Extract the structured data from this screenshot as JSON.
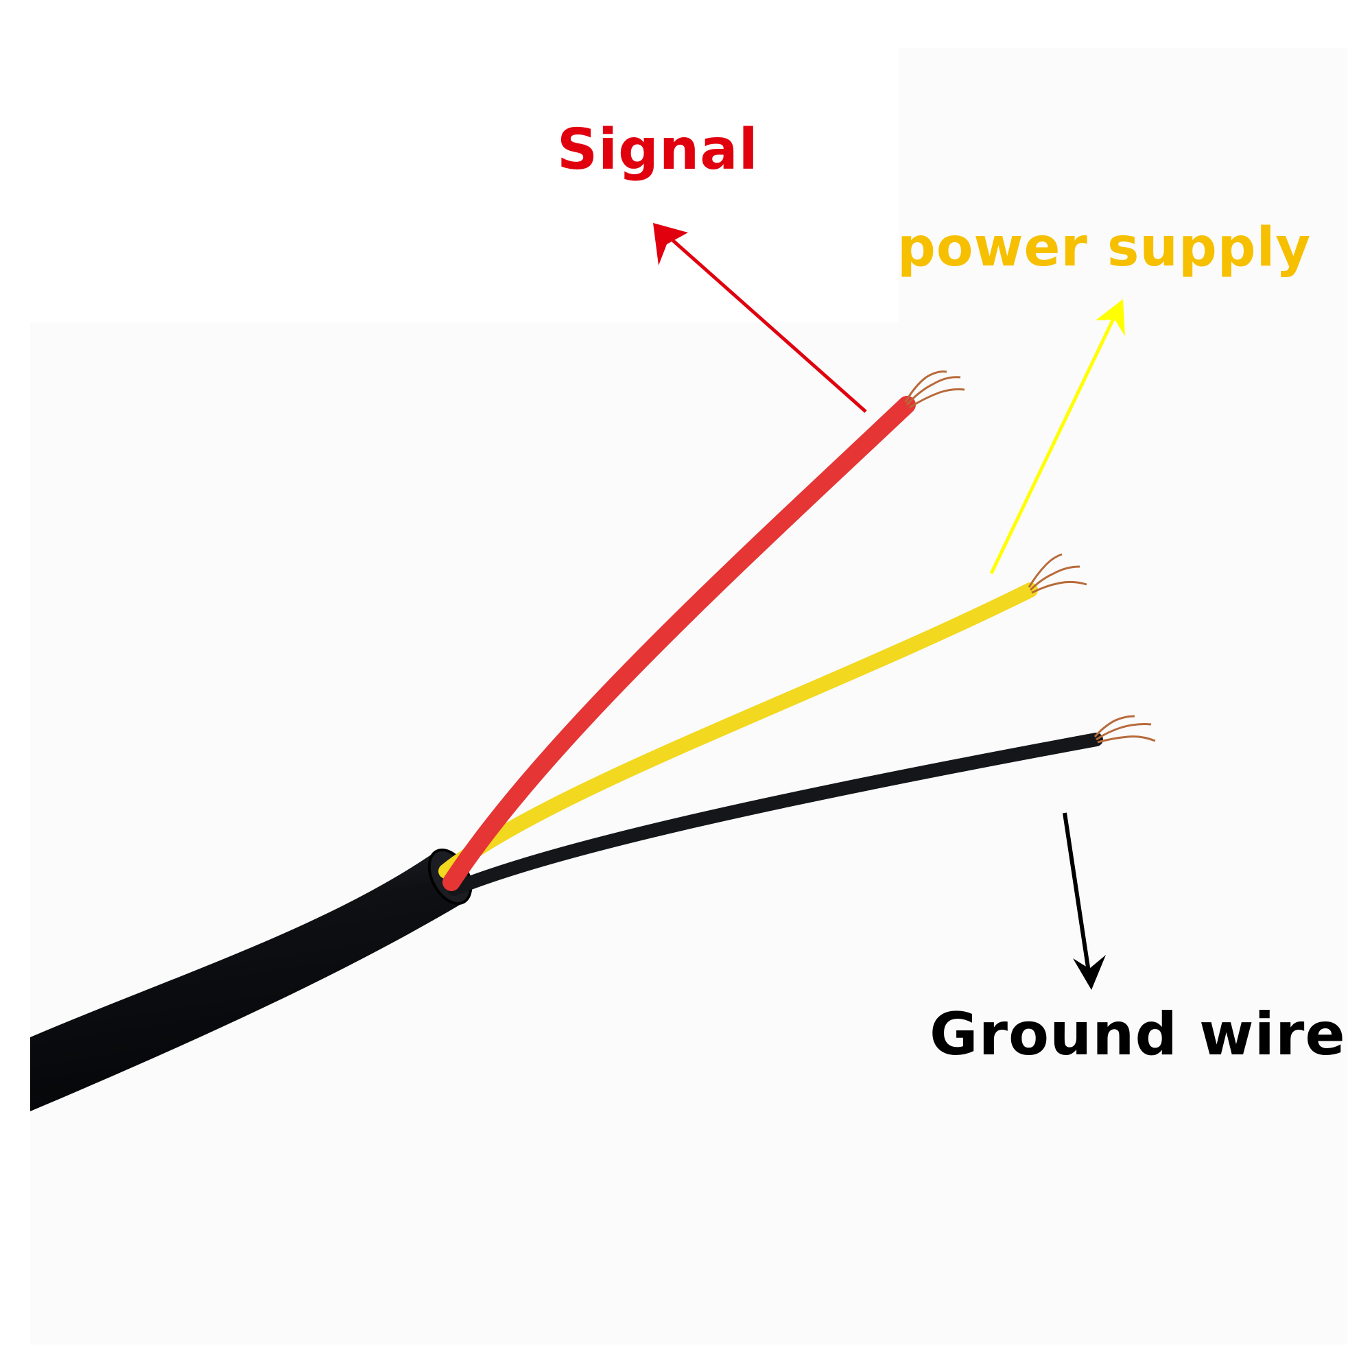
{
  "labels": {
    "signal": "Signal",
    "power_supply": "power supply",
    "ground_wire": "Ground wire"
  },
  "colors": {
    "signal": "#e0000e",
    "power_supply": "#f6c000",
    "power_arrow": "#ffff00",
    "ground": "#000000",
    "red_wire": "#e53535",
    "yellow_wire": "#f2d81e",
    "black_wire": "#14161a",
    "cable_jacket": "#0e1014",
    "copper": "#b86a3a"
  },
  "icons": {
    "signal_arrow": "arrow-up-left-icon",
    "power_arrow": "arrow-up-right-icon",
    "ground_arrow": "arrow-down-icon"
  }
}
